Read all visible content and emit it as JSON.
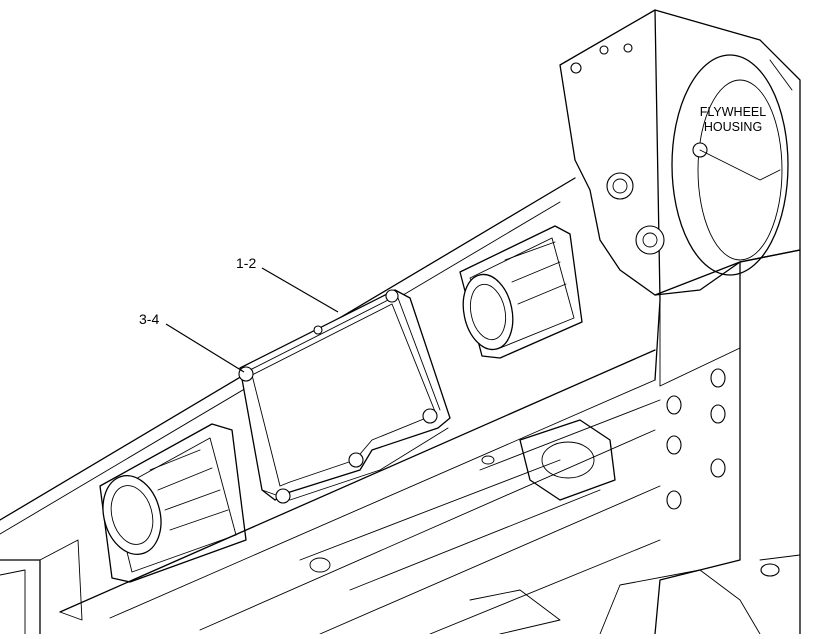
{
  "diagram": {
    "callouts": [
      {
        "id": "cover",
        "text": "1-2"
      },
      {
        "id": "bolt",
        "text": "3-4"
      }
    ],
    "housing_label": [
      "FLYWHEEL",
      "HOUSING"
    ],
    "colors": {
      "line": "#000000",
      "background": "#ffffff"
    }
  }
}
